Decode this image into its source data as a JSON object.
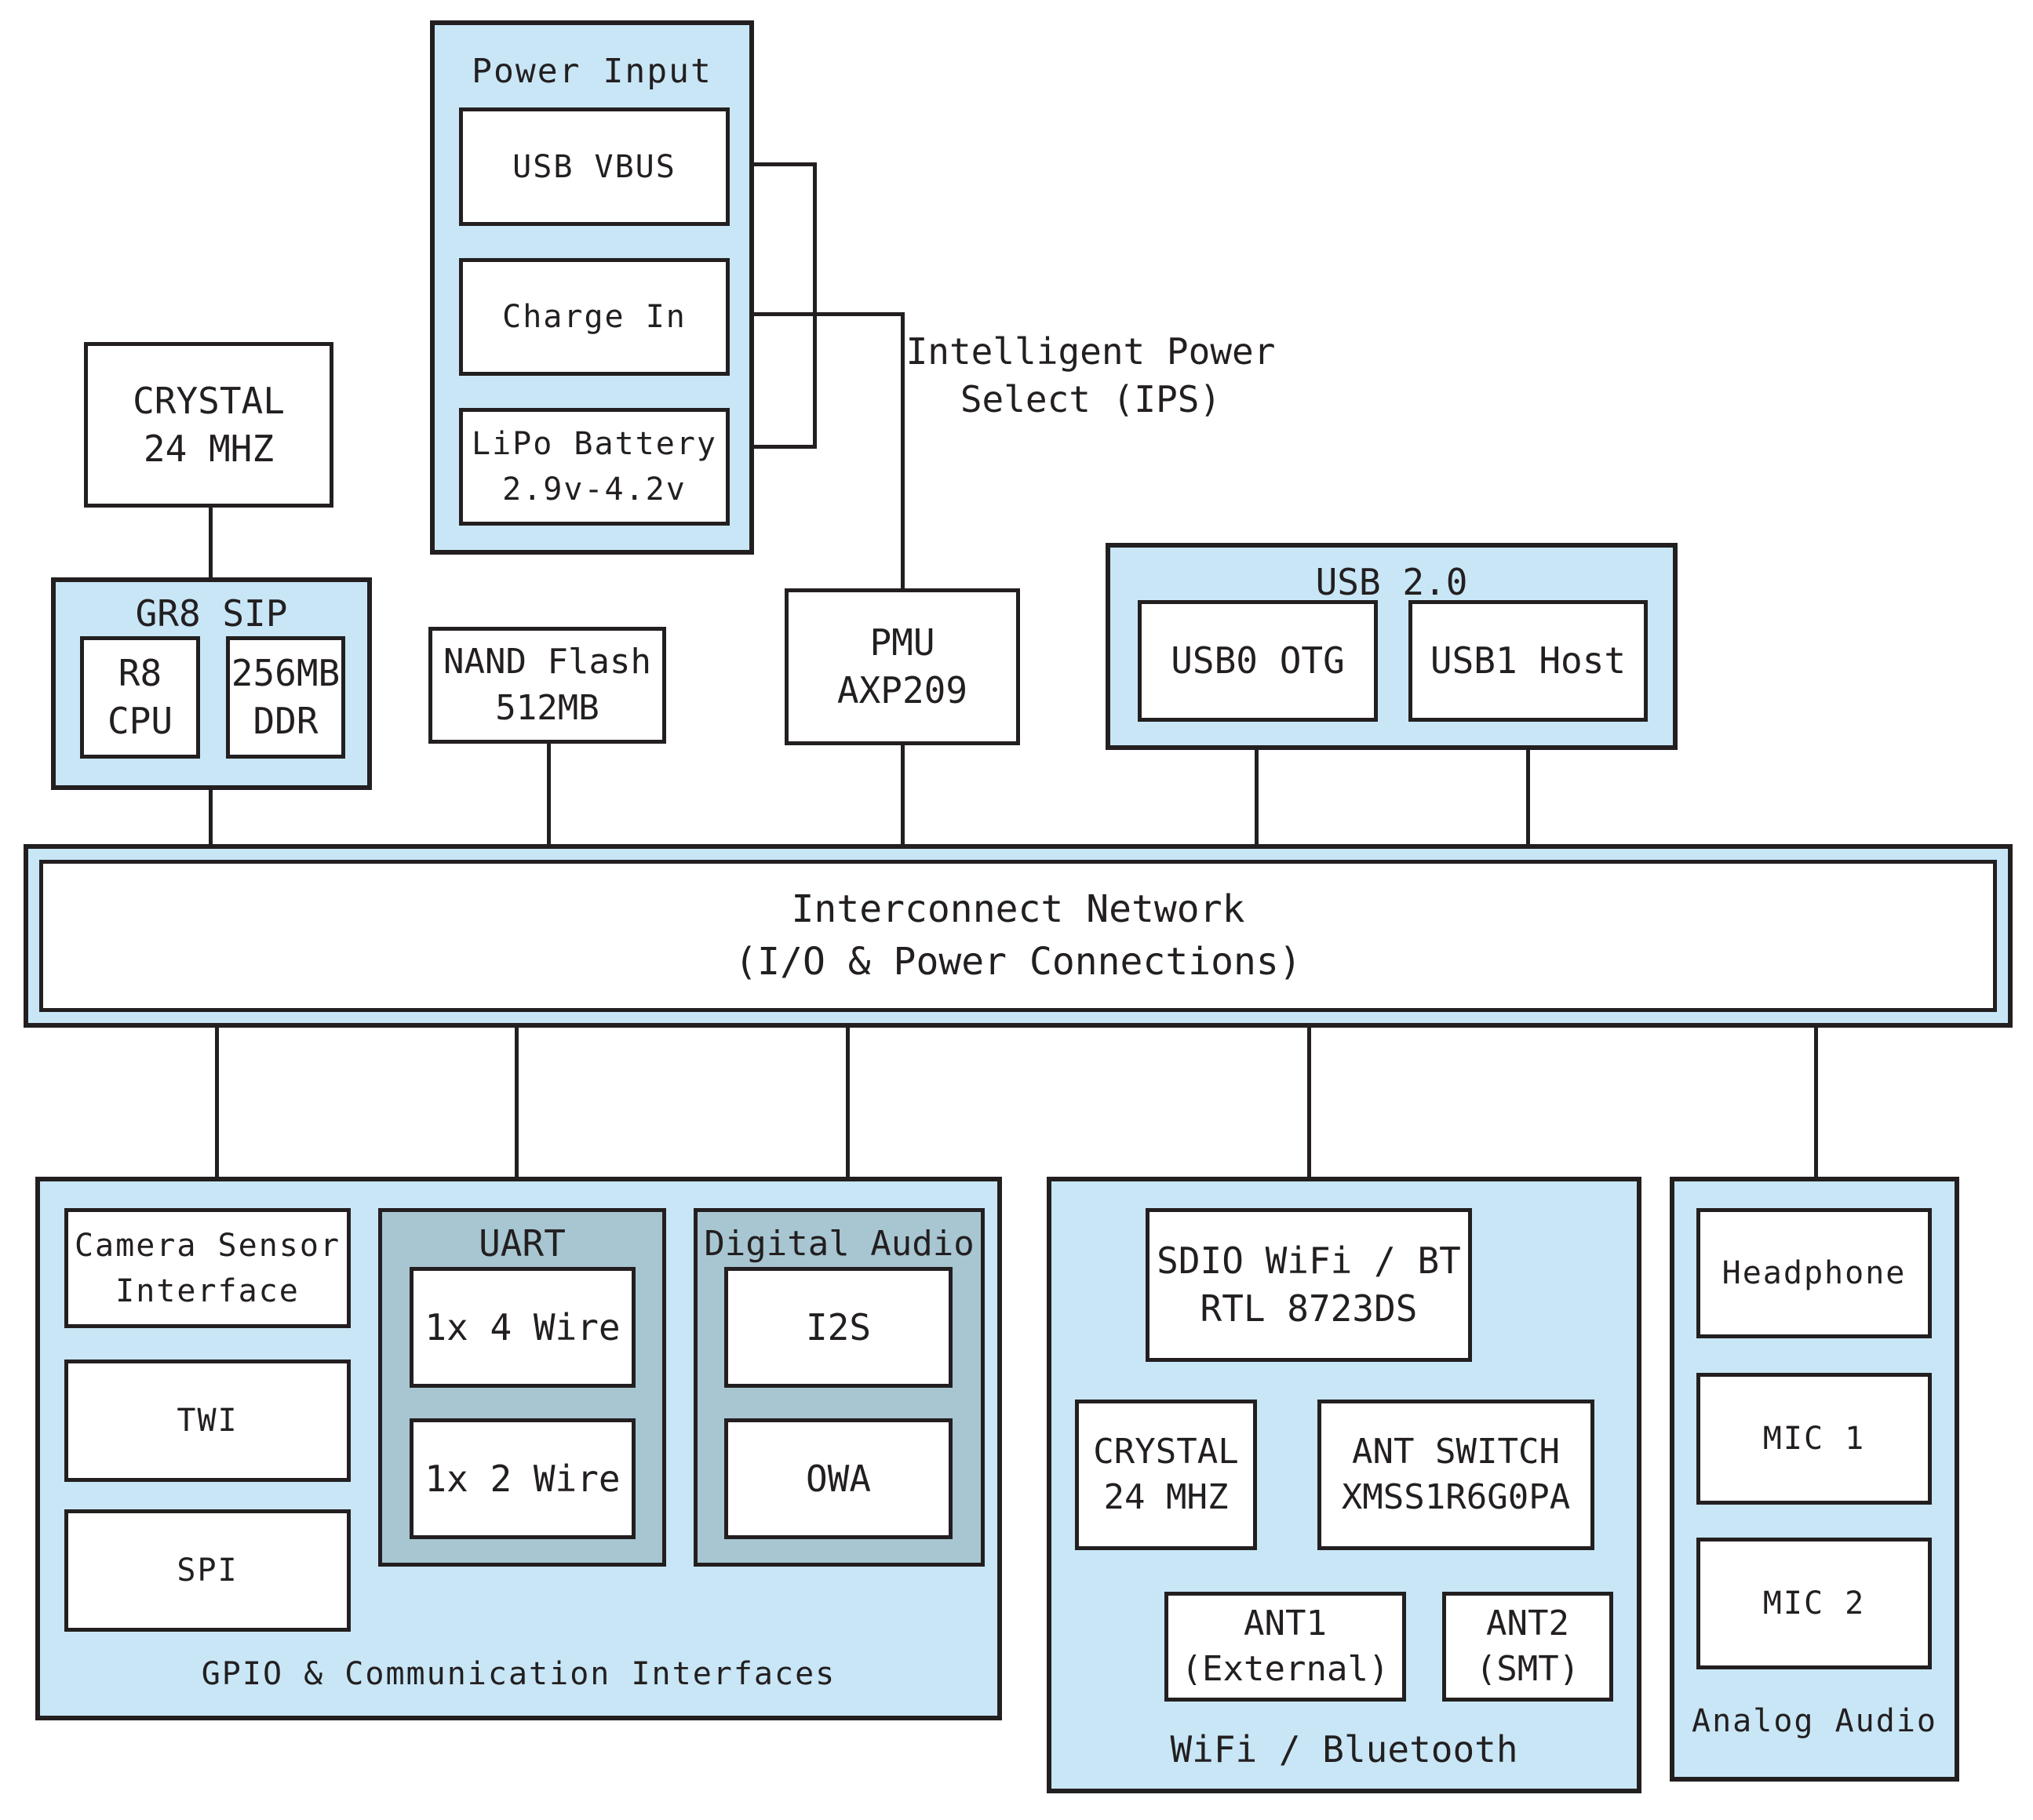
{
  "colors": {
    "container_blue": "#c8e6f6",
    "sub_teal": "#a7c6d1",
    "line": "#231f20",
    "box_white": "#ffffff"
  },
  "power_input": {
    "title": "Power Input",
    "usb_vbus": "USB VBUS",
    "charge_in": "Charge In",
    "lipo": "LiPo Battery\n2.9v-4.2v"
  },
  "crystal": {
    "label": "CRYSTAL\n24 MHZ"
  },
  "gr8": {
    "title": "GR8 SIP",
    "cpu": "R8\nCPU",
    "ddr": "256MB\nDDR"
  },
  "nand": {
    "label": "NAND Flash\n512MB"
  },
  "pmu": {
    "label": "PMU\nAXP209"
  },
  "ips": {
    "label": "Intelligent Power\nSelect (IPS)"
  },
  "usb2": {
    "title": "USB 2.0",
    "usb0": "USB0 OTG",
    "usb1": "USB1 Host"
  },
  "interconnect": {
    "label": "Interconnect Network\n(I/O & Power Connections)"
  },
  "gpio": {
    "title": "GPIO & Communication Interfaces",
    "camera": "Camera Sensor\nInterface",
    "twi": "TWI",
    "spi": "SPI",
    "uart_title": "UART",
    "wire4": "1x 4 Wire",
    "wire2": "1x 2 Wire",
    "da_title": "Digital Audio",
    "i2s": "I2S",
    "owa": "OWA"
  },
  "wifi": {
    "title": "WiFi / Bluetooth",
    "sdio": "SDIO WiFi / BT\nRTL 8723DS",
    "crystal": "CRYSTAL\n24 MHZ",
    "ant_switch": "ANT SWITCH\nXMSS1R6G0PA",
    "ant1": "ANT1\n(External)",
    "ant2": "ANT2\n(SMT)"
  },
  "analog": {
    "title": "Analog Audio",
    "headphone": "Headphone",
    "mic1": "MIC 1",
    "mic2": "MIC 2"
  }
}
